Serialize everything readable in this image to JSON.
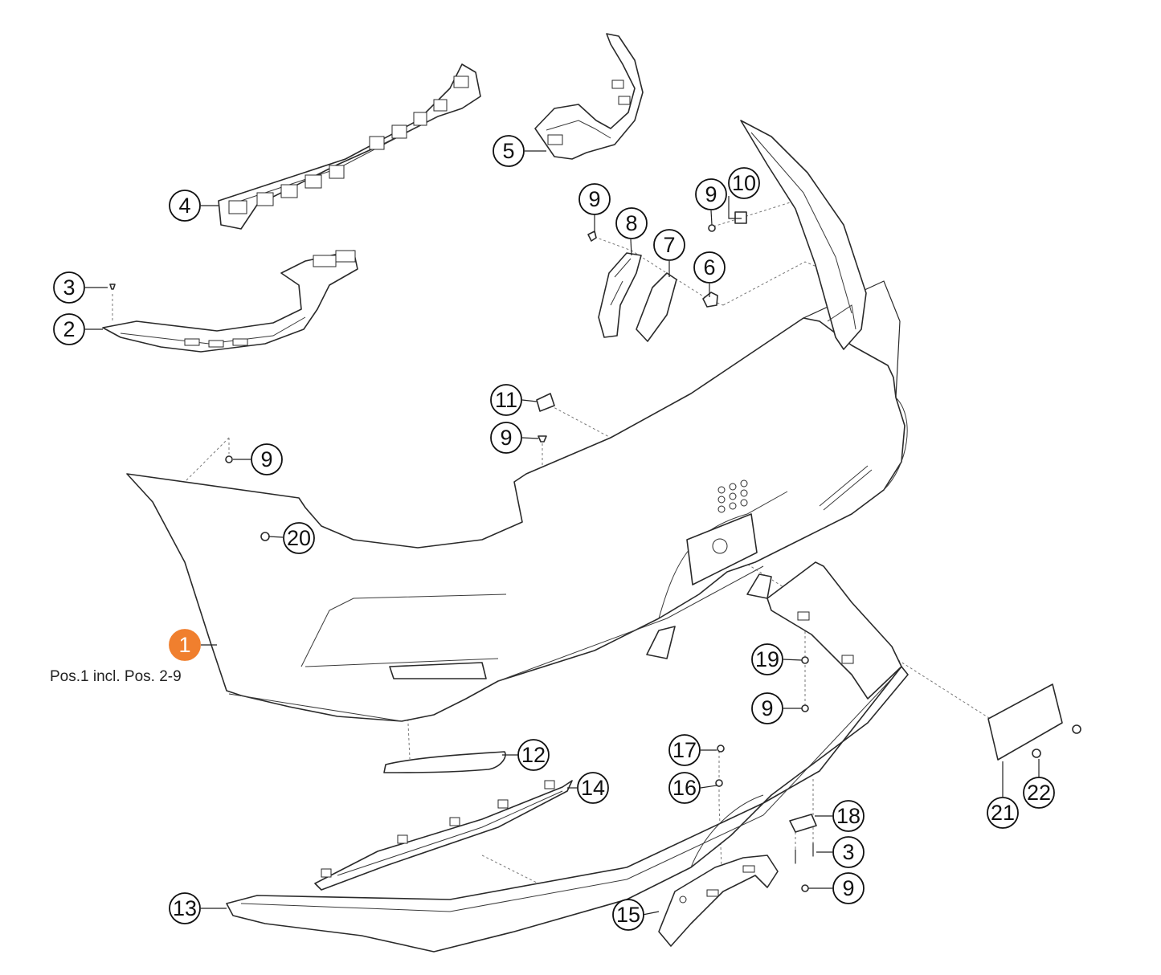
{
  "diagram": {
    "note": "Pos.1 incl. Pos. 2-9",
    "highlight_color": "#f07f2e",
    "callouts": [
      {
        "id": "c1",
        "label": "1"
      },
      {
        "id": "c2",
        "label": "2"
      },
      {
        "id": "c3a",
        "label": "3"
      },
      {
        "id": "c3b",
        "label": "3"
      },
      {
        "id": "c4",
        "label": "4"
      },
      {
        "id": "c5",
        "label": "5"
      },
      {
        "id": "c6",
        "label": "6"
      },
      {
        "id": "c7",
        "label": "7"
      },
      {
        "id": "c8",
        "label": "8"
      },
      {
        "id": "c9a",
        "label": "9"
      },
      {
        "id": "c9b",
        "label": "9"
      },
      {
        "id": "c9c",
        "label": "9"
      },
      {
        "id": "c9d",
        "label": "9"
      },
      {
        "id": "c9e",
        "label": "9"
      },
      {
        "id": "c9f",
        "label": "9"
      },
      {
        "id": "c10",
        "label": "10"
      },
      {
        "id": "c11",
        "label": "11"
      },
      {
        "id": "c12",
        "label": "12"
      },
      {
        "id": "c13",
        "label": "13"
      },
      {
        "id": "c14",
        "label": "14"
      },
      {
        "id": "c15",
        "label": "15"
      },
      {
        "id": "c16",
        "label": "16"
      },
      {
        "id": "c17",
        "label": "17"
      },
      {
        "id": "c18",
        "label": "18"
      },
      {
        "id": "c19",
        "label": "19"
      },
      {
        "id": "c20",
        "label": "20"
      },
      {
        "id": "c21",
        "label": "21"
      },
      {
        "id": "c22",
        "label": "22"
      }
    ]
  }
}
